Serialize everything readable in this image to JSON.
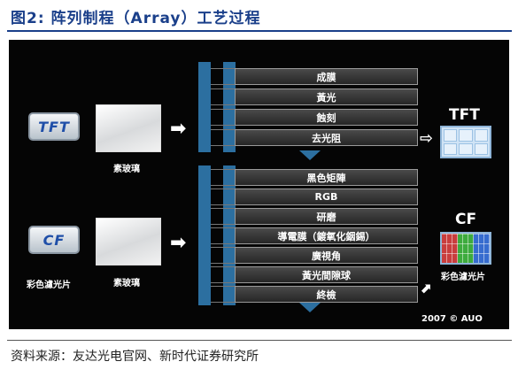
{
  "title": "图2:  阵列制程（Array）工艺过程",
  "source": "资料来源：友达光电官网、新时代证券研究所",
  "left": {
    "tft_logo": "TFT",
    "cf_logo": "CF",
    "glass_top_label": "素玻璃",
    "glass_bottom_label": "素玻璃",
    "cf_logo_label": "彩色濾光片"
  },
  "tft_steps": [
    "成膜",
    "黃光",
    "蝕刻",
    "去光阻"
  ],
  "cf_steps": [
    "黑色矩陣",
    "RGB",
    "研磨",
    "導電膜（鍍氧化銦錫）",
    "廣視角",
    "黃光間隙球",
    "終檢"
  ],
  "right": {
    "tft_label": "TFT",
    "cf_label": "CF",
    "cf_caption": "彩色濾光片"
  },
  "copyright": "2007 © AUO",
  "colors": {
    "title": "#1a3f8a",
    "bar": "#2c6fa0",
    "panel": "#050505"
  }
}
